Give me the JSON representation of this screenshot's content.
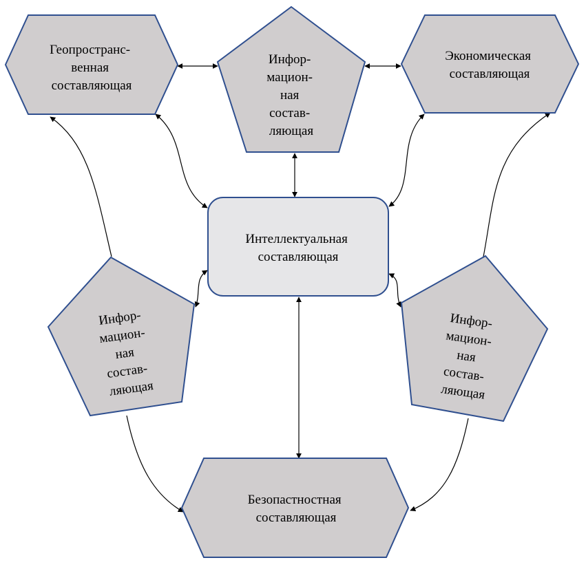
{
  "nodes": {
    "geo": {
      "lines": [
        "Геопространс-",
        "венная",
        "составляющая"
      ]
    },
    "info_top": {
      "lines": [
        "Инфор-",
        "мацион-",
        "ная",
        "состав-",
        "ляющая"
      ]
    },
    "econ": {
      "lines": [
        "Экономическая",
        "составляющая"
      ]
    },
    "intel": {
      "lines": [
        "Интеллектуальная",
        "составляющая"
      ]
    },
    "info_left": {
      "lines": [
        "Инфор-",
        "мацион-",
        "ная",
        "состав-",
        "ляющая"
      ]
    },
    "info_right": {
      "lines": [
        "Инфор-",
        "мацион-",
        "ная",
        "состав-",
        "ляющая"
      ]
    },
    "security": {
      "lines": [
        "Безопастностная",
        "составляющая"
      ]
    }
  },
  "colors": {
    "shape_fill": "#d0cdce",
    "center_fill": "#e6e6e8",
    "border": "#2f4f8f",
    "connector": "#000000"
  }
}
